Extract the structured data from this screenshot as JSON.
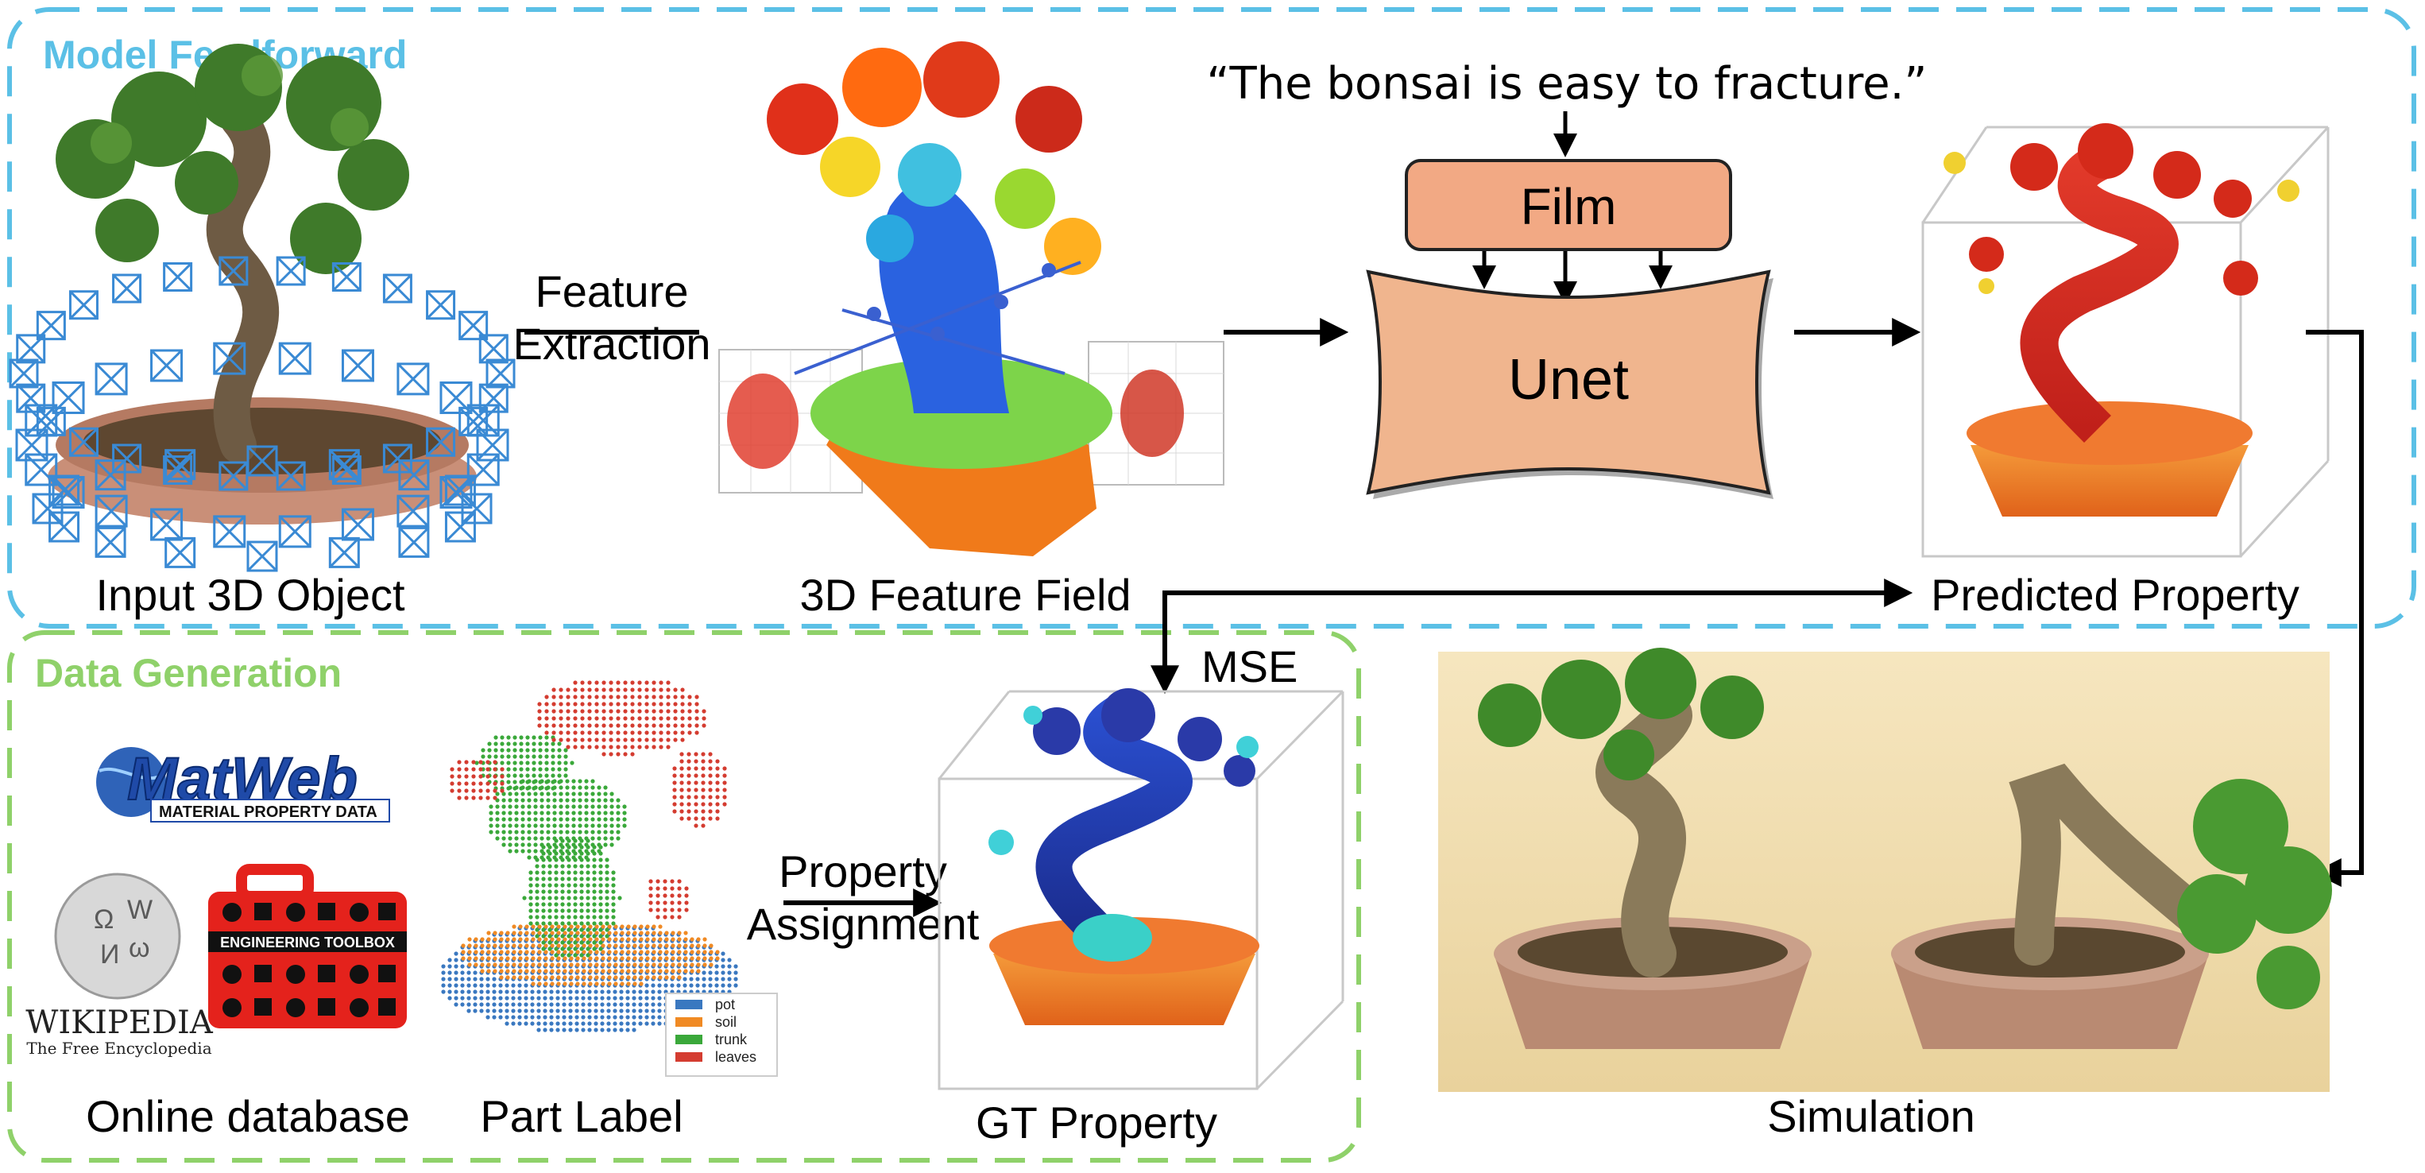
{
  "sections": {
    "feedforward": {
      "title": "Model Feedforward",
      "color": "#5bc0e6"
    },
    "datagen": {
      "title": "Data Generation",
      "color": "#8fd16a"
    }
  },
  "labels": {
    "input_object": "Input 3D Object",
    "feature_field": "3D Feature Field",
    "predicted_property": "Predicted Property",
    "online_database": "Online database",
    "part_label": "Part Label",
    "gt_property": "GT Property",
    "simulation": "Simulation"
  },
  "arrows": {
    "feature_extraction": [
      "Feature",
      "Extraction"
    ],
    "property_assignment": [
      "Property",
      "Assignment"
    ],
    "mse": "MSE"
  },
  "model": {
    "prompt": "“The bonsai is easy to fracture.”",
    "film": "Film",
    "unet": "Unet"
  },
  "legend": [
    {
      "name": "pot",
      "color": "#3a78c0"
    },
    {
      "name": "soil",
      "color": "#f08a24"
    },
    {
      "name": "trunk",
      "color": "#3aa83a"
    },
    {
      "name": "leaves",
      "color": "#d43c30"
    }
  ],
  "logos": {
    "matweb": {
      "title": "MatWeb",
      "subtitle": "MATERIAL PROPERTY DATA"
    },
    "wikipedia": {
      "title": "WIKIPEDIA",
      "subtitle": "The Free Encyclopedia"
    },
    "toolbox": {
      "title": "ENGINEERING TOOLBOX"
    }
  },
  "icons": {
    "camera": "camera-frustum-icon",
    "globe": "globe-icon",
    "toolbox": "toolbox-icon"
  }
}
